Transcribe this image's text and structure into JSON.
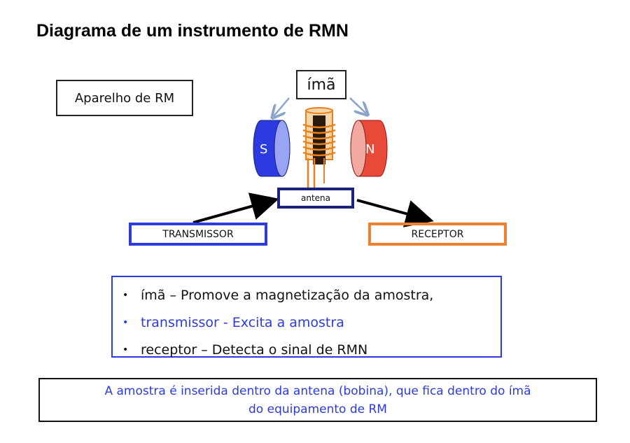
{
  "title": "Diagrama de um instrumento de RMN",
  "labels": {
    "apparatus": "Aparelho de RM",
    "magnet": "ímã",
    "antenna": "antena",
    "transmitter": "TRANSMISSOR",
    "receiver": "RECEPTOR",
    "south_pole": "S",
    "north_pole": "N"
  },
  "legend": [
    {
      "text": "ímã – Promove a magnetização da amostra,",
      "color": "#111111"
    },
    {
      "text": "transmissor - Excita a amostra",
      "color": "#2b3be0"
    },
    {
      "text": "receptor – Detecta o sinal de RMN",
      "color": "#111111"
    }
  ],
  "note": {
    "line1": "A amostra é inserida dentro da antena (bobina), que fica dentro do ímã",
    "line2": "do equipamento de RM"
  },
  "colors": {
    "south_magnet": "#2b3be0",
    "north_magnet": "#e84a3a",
    "coil": "#e8801e",
    "transmitter_border": "#2b3be0",
    "receiver_border": "#ef8030"
  }
}
